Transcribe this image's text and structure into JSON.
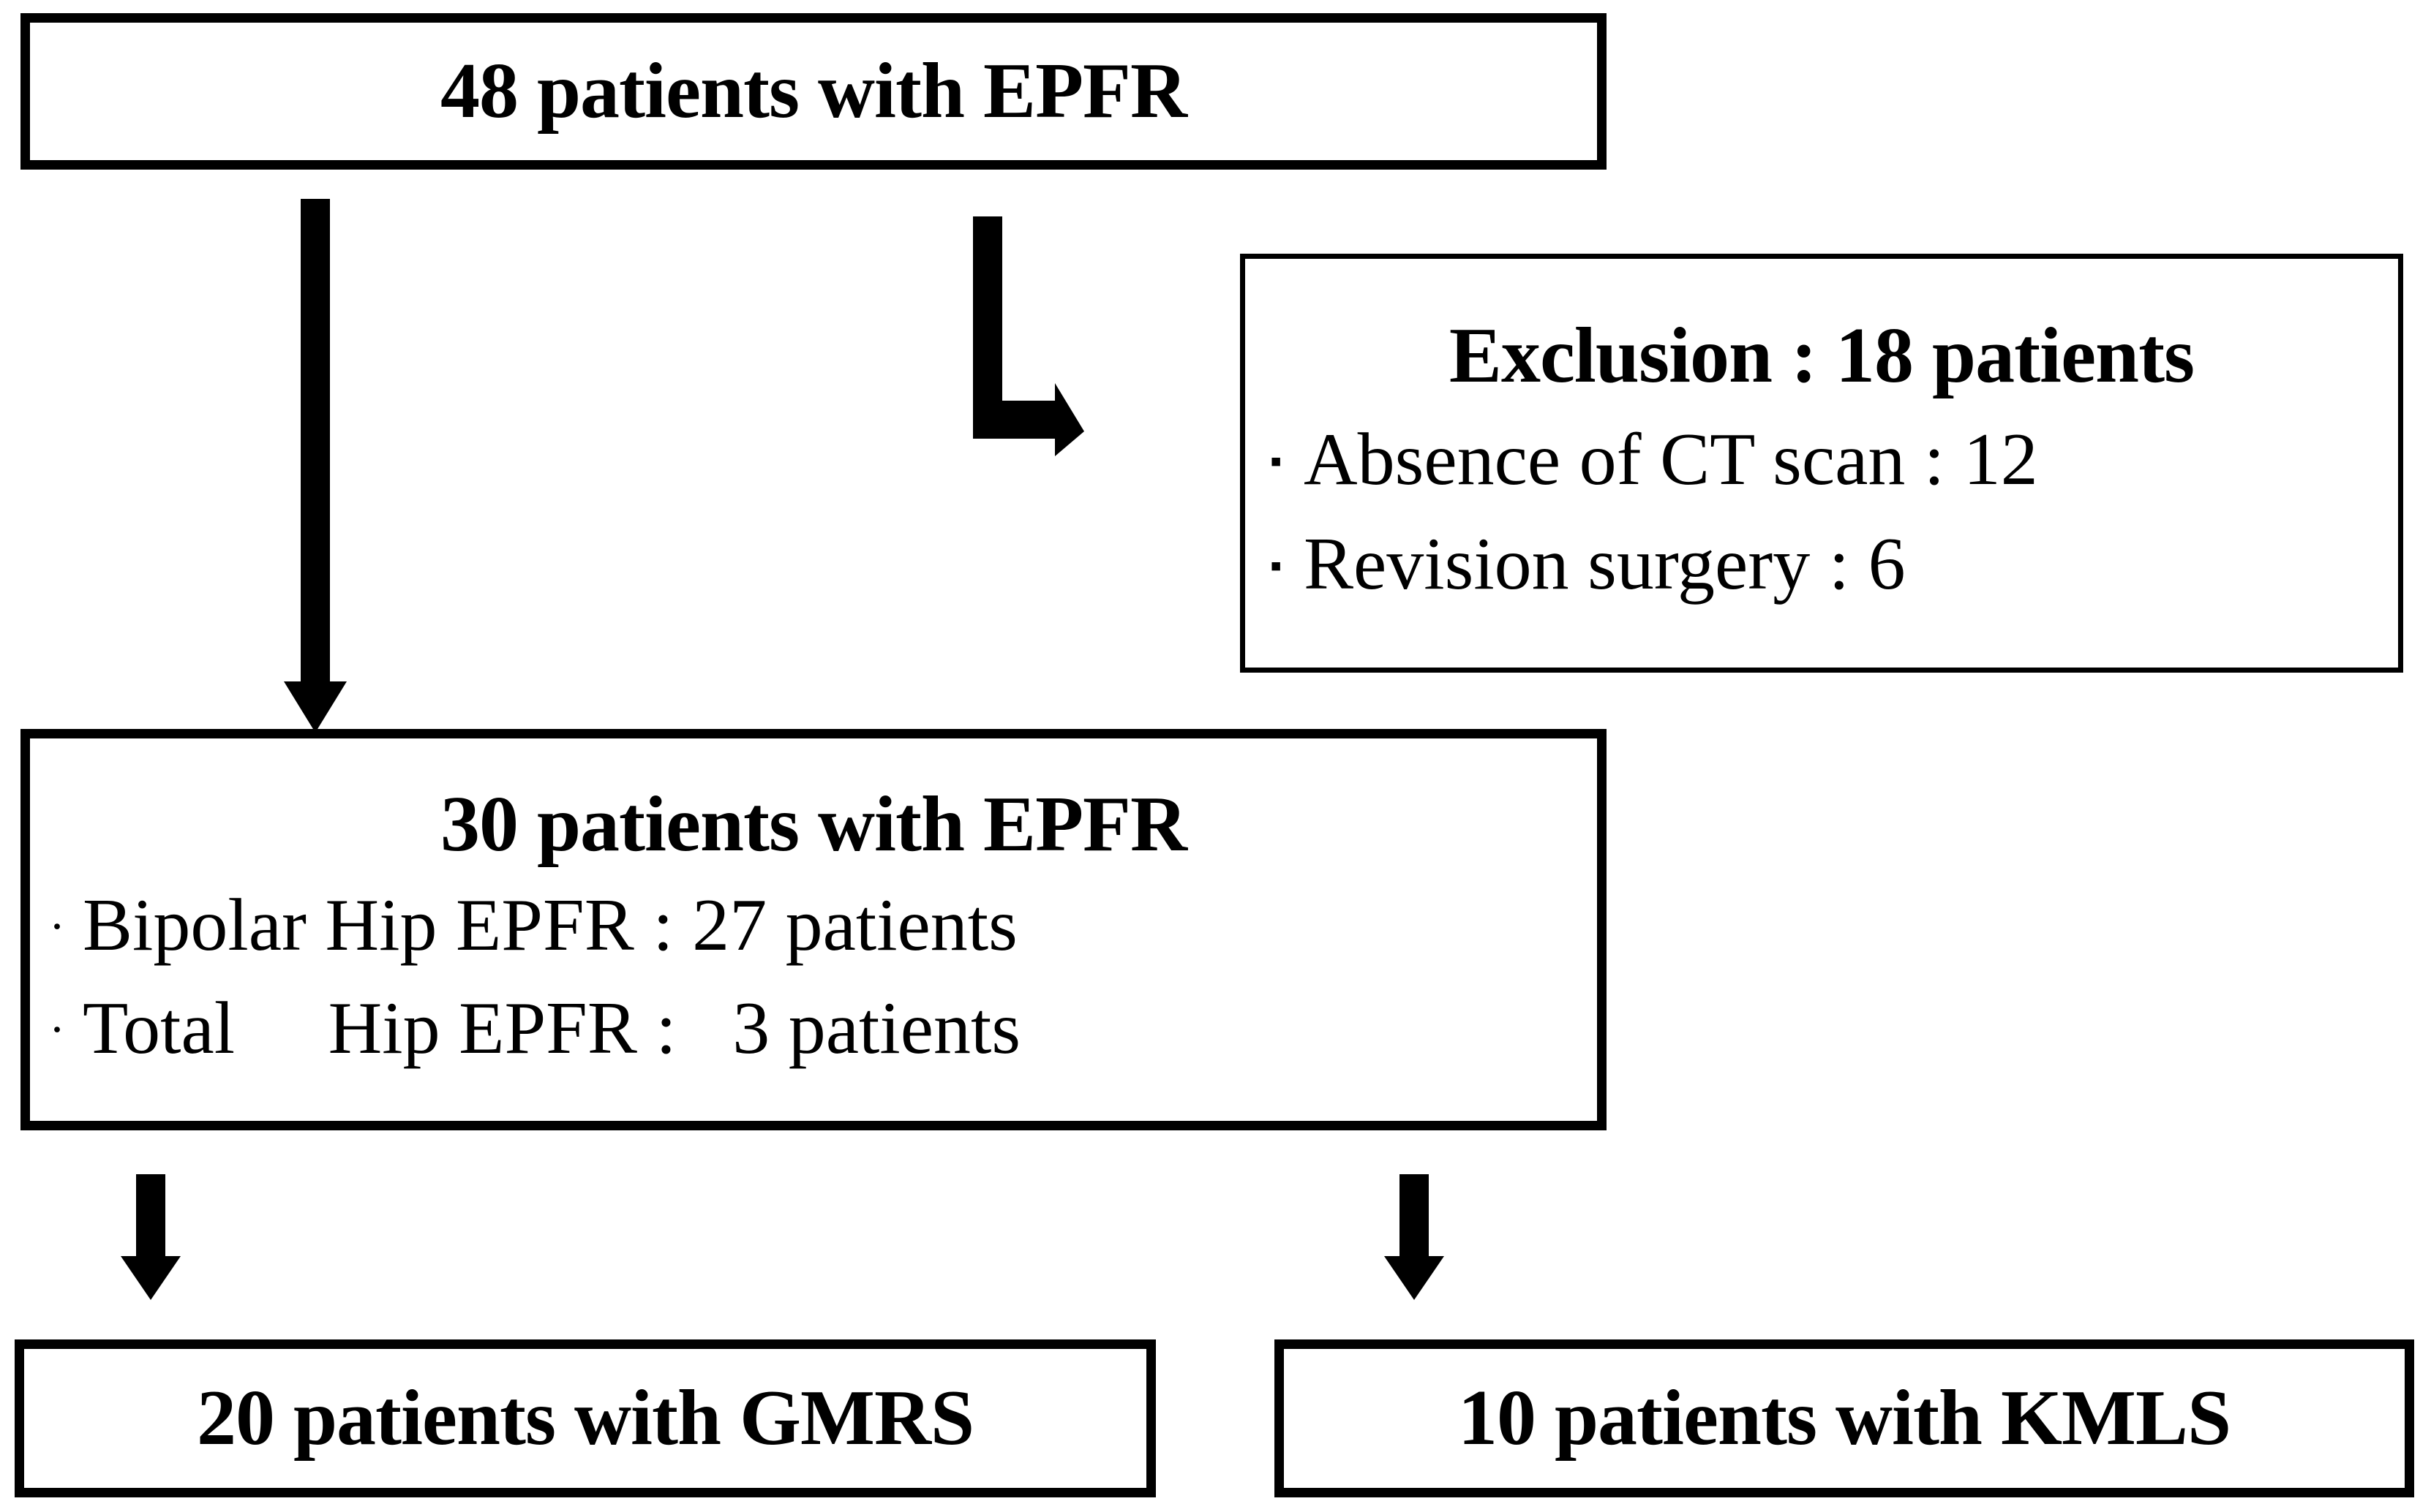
{
  "figure": {
    "type": "flowchart",
    "orientation": "top-down",
    "colors": {
      "stroke": "#000000",
      "background": "#ffffff",
      "text": "#000000"
    }
  },
  "nodes": {
    "enrolled": {
      "title": "48 patients with EPFR",
      "count": 48
    },
    "exclusion": {
      "title": "Exclusion : 18 patients",
      "count": 18,
      "bullet_glyph": "▪",
      "items": [
        {
          "label": "Absence of CT scan : 12",
          "value": 12
        },
        {
          "label": "Revision surgery : 6",
          "value": 6
        }
      ]
    },
    "included": {
      "title": "30 patients with EPFR",
      "count": 30,
      "bullet_glyph": "·",
      "items": [
        {
          "label": "Bipolar Hip EPFR : 27 patients",
          "value": 27
        },
        {
          "label": "Total     Hip EPFR :   3 patients",
          "value": 3
        }
      ]
    },
    "gmrs": {
      "title": "20 patients with GMRS",
      "count": 20
    },
    "kmls": {
      "title": "10 patients with KMLS",
      "count": 10
    }
  },
  "edges": [
    {
      "name": "enrolled-to-included",
      "from": "enrolled",
      "to": "included",
      "style": "straight-down"
    },
    {
      "name": "enrolled-to-exclusion",
      "from": "enrolled",
      "to": "exclusion",
      "style": "elbow-down-right"
    },
    {
      "name": "included-to-gmrs",
      "from": "included",
      "to": "gmrs",
      "style": "straight-down"
    },
    {
      "name": "included-to-kmls",
      "from": "included",
      "to": "kmls",
      "style": "straight-down"
    }
  ]
}
